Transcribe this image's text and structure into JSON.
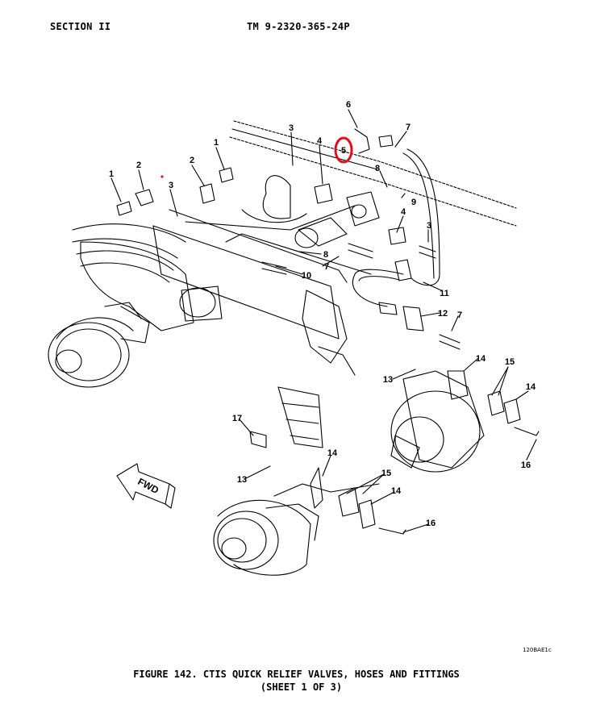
{
  "header": {
    "section": "SECTION II",
    "tm_number": "TM 9-2320-365-24P"
  },
  "callouts": [
    "1",
    "2",
    "3",
    "2",
    "1",
    "3",
    "4",
    "5",
    "6",
    "7",
    "8",
    "9",
    "4",
    "3",
    "8",
    "7",
    "10",
    "11",
    "12",
    "7",
    "14",
    "15",
    "13",
    "14",
    "16",
    "17",
    "13",
    "14",
    "15",
    "14",
    "16"
  ],
  "direction_label": "FWD",
  "drawing_code": "120BAE1c",
  "caption": {
    "line1": "FIGURE 142.  CTIS QUICK RELIEF VALVES, HOSES AND FITTINGS",
    "line2": "(SHEET 1 OF 3)"
  },
  "highlight_color": "#e0101a"
}
